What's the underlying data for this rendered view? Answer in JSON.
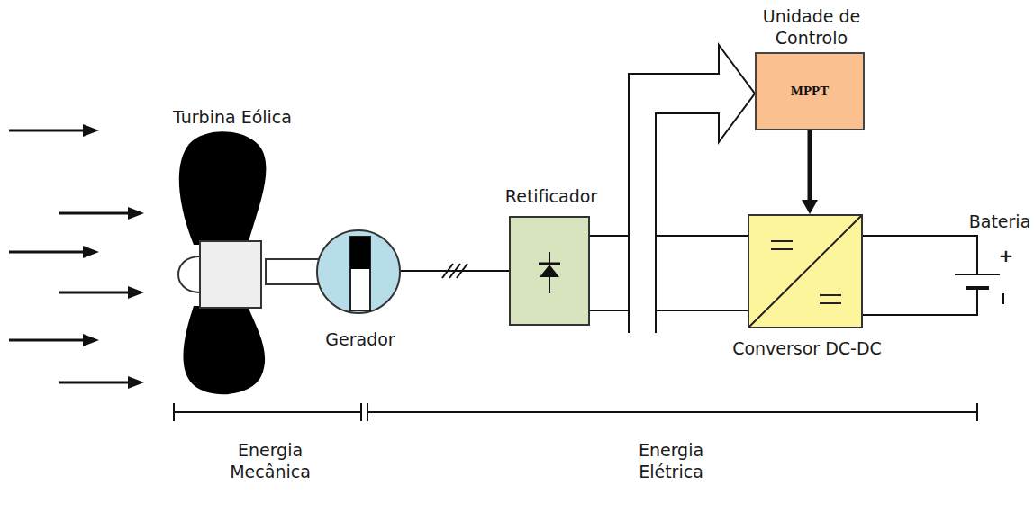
{
  "diagram": {
    "nodes": [
      {
        "text": [
          "Turbina Eólica"
        ]
      },
      {
        "text": [
          "Gerador"
        ]
      },
      {
        "text": [
          "Retificador"
        ]
      },
      {
        "text": [
          "Unidade de Controlo",
          "MPPT"
        ]
      },
      {
        "text": [
          "Conversor DC-DC"
        ]
      },
      {
        "text": [
          "Bateria"
        ]
      }
    ],
    "edges": [
      {
        "from": 0,
        "to": 1,
        "arrow": "none"
      },
      {
        "from": 1,
        "to": 2,
        "arrow": "none"
      },
      {
        "from": 2,
        "to": 4,
        "arrow": "none"
      },
      {
        "from": 2,
        "to": 3,
        "arrow": "to"
      },
      {
        "from": 3,
        "to": 4,
        "arrow": "to"
      },
      {
        "from": 4,
        "to": 5,
        "arrow": "none"
      }
    ],
    "labels": [
      "Energia Mecânica",
      "Energia Elétrica",
      "+"
    ]
  }
}
